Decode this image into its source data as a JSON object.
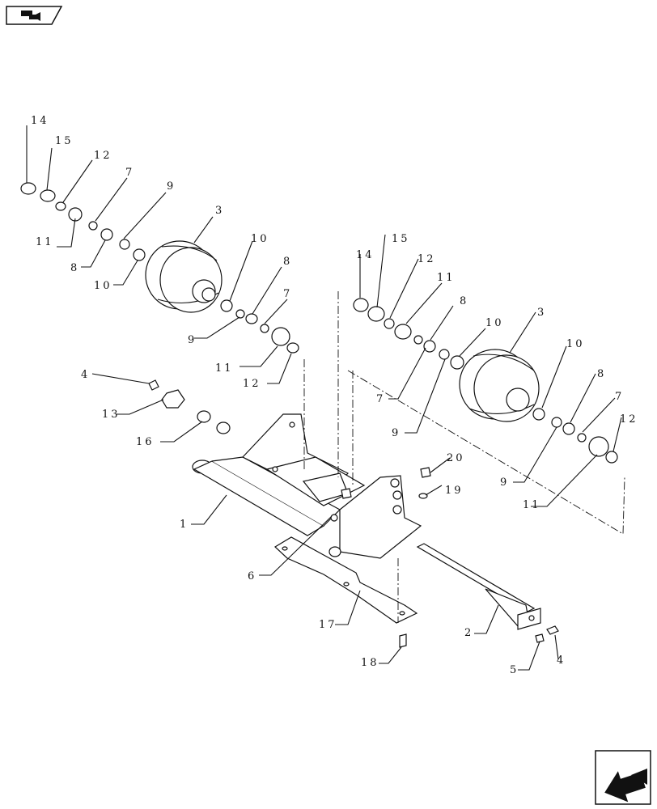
{
  "nav": {
    "top_icon": "book-page-icon",
    "bottom_icon": "next-page-arrow-icon"
  },
  "callouts": [
    {
      "id": "c1",
      "label": "1"
    },
    {
      "id": "c2",
      "label": "2"
    },
    {
      "id": "c3a",
      "label": "3"
    },
    {
      "id": "c3b",
      "label": "3"
    },
    {
      "id": "c4a",
      "label": "4"
    },
    {
      "id": "c4b",
      "label": "4"
    },
    {
      "id": "c5",
      "label": "5"
    },
    {
      "id": "c6",
      "label": "6"
    },
    {
      "id": "c7a",
      "label": "7"
    },
    {
      "id": "c7b",
      "label": "7"
    },
    {
      "id": "c7c",
      "label": "7"
    },
    {
      "id": "c7d",
      "label": "7"
    },
    {
      "id": "c8a",
      "label": "8"
    },
    {
      "id": "c8b",
      "label": "8"
    },
    {
      "id": "c8c",
      "label": "8"
    },
    {
      "id": "c8d",
      "label": "8"
    },
    {
      "id": "c9a",
      "label": "9"
    },
    {
      "id": "c9b",
      "label": "9"
    },
    {
      "id": "c9c",
      "label": "9"
    },
    {
      "id": "c9d",
      "label": "9"
    },
    {
      "id": "c10a",
      "label": "10"
    },
    {
      "id": "c10b",
      "label": "10"
    },
    {
      "id": "c10c",
      "label": "10"
    },
    {
      "id": "c10d",
      "label": "10"
    },
    {
      "id": "c11a",
      "label": "11"
    },
    {
      "id": "c11b",
      "label": "11"
    },
    {
      "id": "c11c",
      "label": "11"
    },
    {
      "id": "c11d",
      "label": "11"
    },
    {
      "id": "c12a",
      "label": "12"
    },
    {
      "id": "c12b",
      "label": "12"
    },
    {
      "id": "c12c",
      "label": "12"
    },
    {
      "id": "c12d",
      "label": "12"
    },
    {
      "id": "c13",
      "label": "13"
    },
    {
      "id": "c14a",
      "label": "14"
    },
    {
      "id": "c14b",
      "label": "14"
    },
    {
      "id": "c15a",
      "label": "15"
    },
    {
      "id": "c15b",
      "label": "15"
    },
    {
      "id": "c16",
      "label": "16"
    },
    {
      "id": "c17",
      "label": "17"
    },
    {
      "id": "c18",
      "label": "18"
    },
    {
      "id": "c19",
      "label": "19"
    },
    {
      "id": "c20",
      "label": "20"
    }
  ]
}
